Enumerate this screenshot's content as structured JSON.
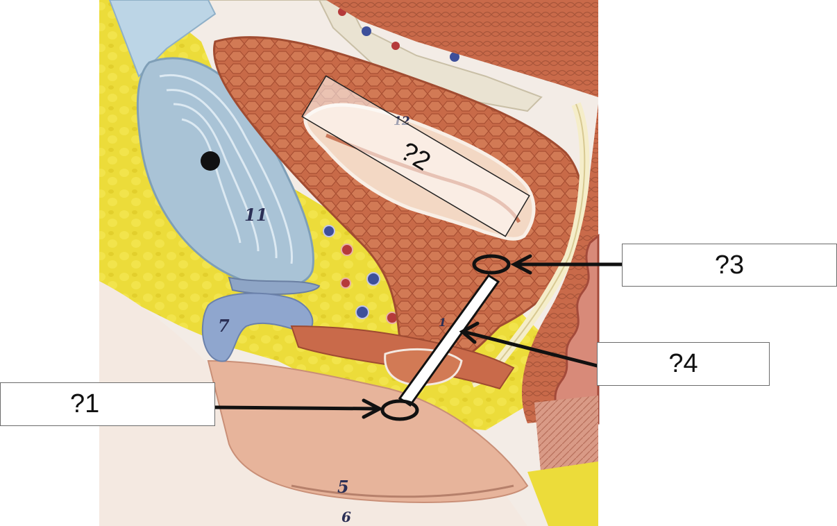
{
  "figure": {
    "model_numbers": {
      "n12": "12",
      "n11": "11",
      "n7": "7",
      "n5": "5",
      "n6": "6",
      "n1": "1"
    }
  },
  "labels": {
    "q1": "?1",
    "q2": "?2",
    "q3": "?3",
    "q4": "?4"
  },
  "colors": {
    "fat_yellow": "#ecdc3a",
    "muscle_red": "#c8643f",
    "bladder_blue": "#a9c3d6",
    "skin_pink": "#e8c3a8",
    "arrow": "#111111"
  }
}
